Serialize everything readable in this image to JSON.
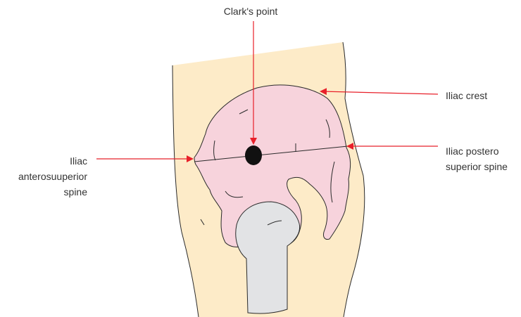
{
  "labels": {
    "clarks_point": "Clark's point",
    "iliac_crest": "Iliac crest",
    "iliac_asis": [
      "Iliac",
      "anterosuuperior",
      "spine"
    ],
    "iliac_psis": [
      "Iliac postero",
      "superior spine"
    ]
  },
  "colors": {
    "skin": "#fdebc8",
    "pelvis": "#f7d3dc",
    "femur": "#e2e3e5",
    "outline": "#2a2a2a",
    "arrow": "#e8202a",
    "point": "#111111"
  }
}
